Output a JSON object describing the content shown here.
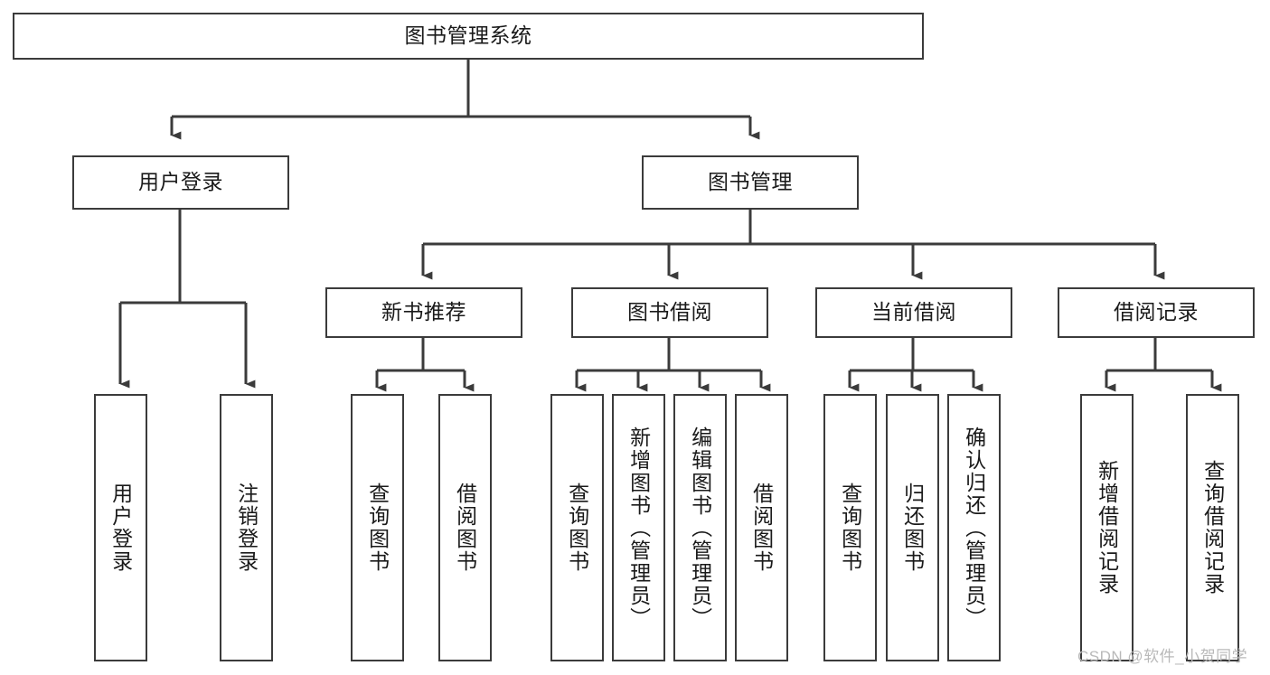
{
  "diagram": {
    "title": "图书管理系统",
    "watermark": "CSDN @软件_小贺同学",
    "line_color": "#3b3b3b",
    "box_border_color": "#3b3b3b",
    "box_fill_color": "#ffffff",
    "text_color": "#1a1a1a",
    "watermark_color": "#b9b9b9"
  },
  "nodes": {
    "root": {
      "label": "图书管理系统"
    },
    "level2": [
      {
        "label": "用户登录"
      },
      {
        "label": "图书管理"
      }
    ],
    "level3": [
      {
        "label": "新书推荐"
      },
      {
        "label": "图书借阅"
      },
      {
        "label": "当前借阅"
      },
      {
        "label": "借阅记录"
      }
    ],
    "leaves": {
      "user_login": [
        {
          "label": "用户登录"
        },
        {
          "label": "注销登录"
        }
      ],
      "new_book_recommend": [
        {
          "label": "查询图书"
        },
        {
          "label": "借阅图书"
        }
      ],
      "book_borrow": [
        {
          "label": "查询图书"
        },
        {
          "label": "新增图书（管理员）"
        },
        {
          "label": "编辑图书（管理员）"
        },
        {
          "label": "借阅图书"
        }
      ],
      "current_borrow": [
        {
          "label": "查询图书"
        },
        {
          "label": "归还图书"
        },
        {
          "label": "确认归还（管理员）"
        }
      ],
      "borrow_record": [
        {
          "label": "新增借阅记录"
        },
        {
          "label": "查询借阅记录"
        }
      ]
    }
  }
}
